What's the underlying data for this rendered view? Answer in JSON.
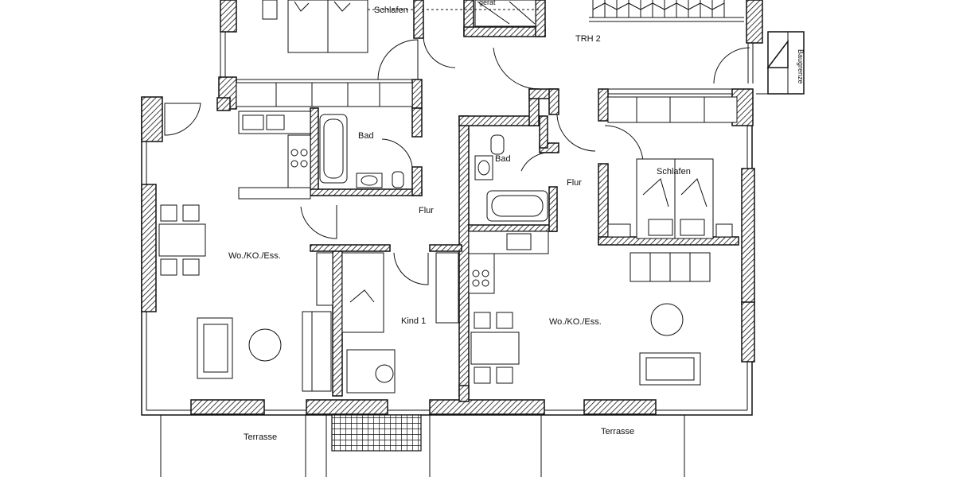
{
  "rooms": {
    "schlafen_top": "Schlafen",
    "geraet": "gerät",
    "trh": "TRH 2",
    "bad_left": "Bad",
    "bad_right": "Bad",
    "flur_left": "Flur",
    "flur_right": "Flur",
    "schlafen_right": "Schlafen",
    "wo_left": "Wo./KO./Ess.",
    "wo_right": "Wo./KO./Ess.",
    "kind": "Kind 1",
    "terrasse_left": "Terrasse",
    "terrasse_right": "Terrasse",
    "boundary": "Baugrenze"
  }
}
